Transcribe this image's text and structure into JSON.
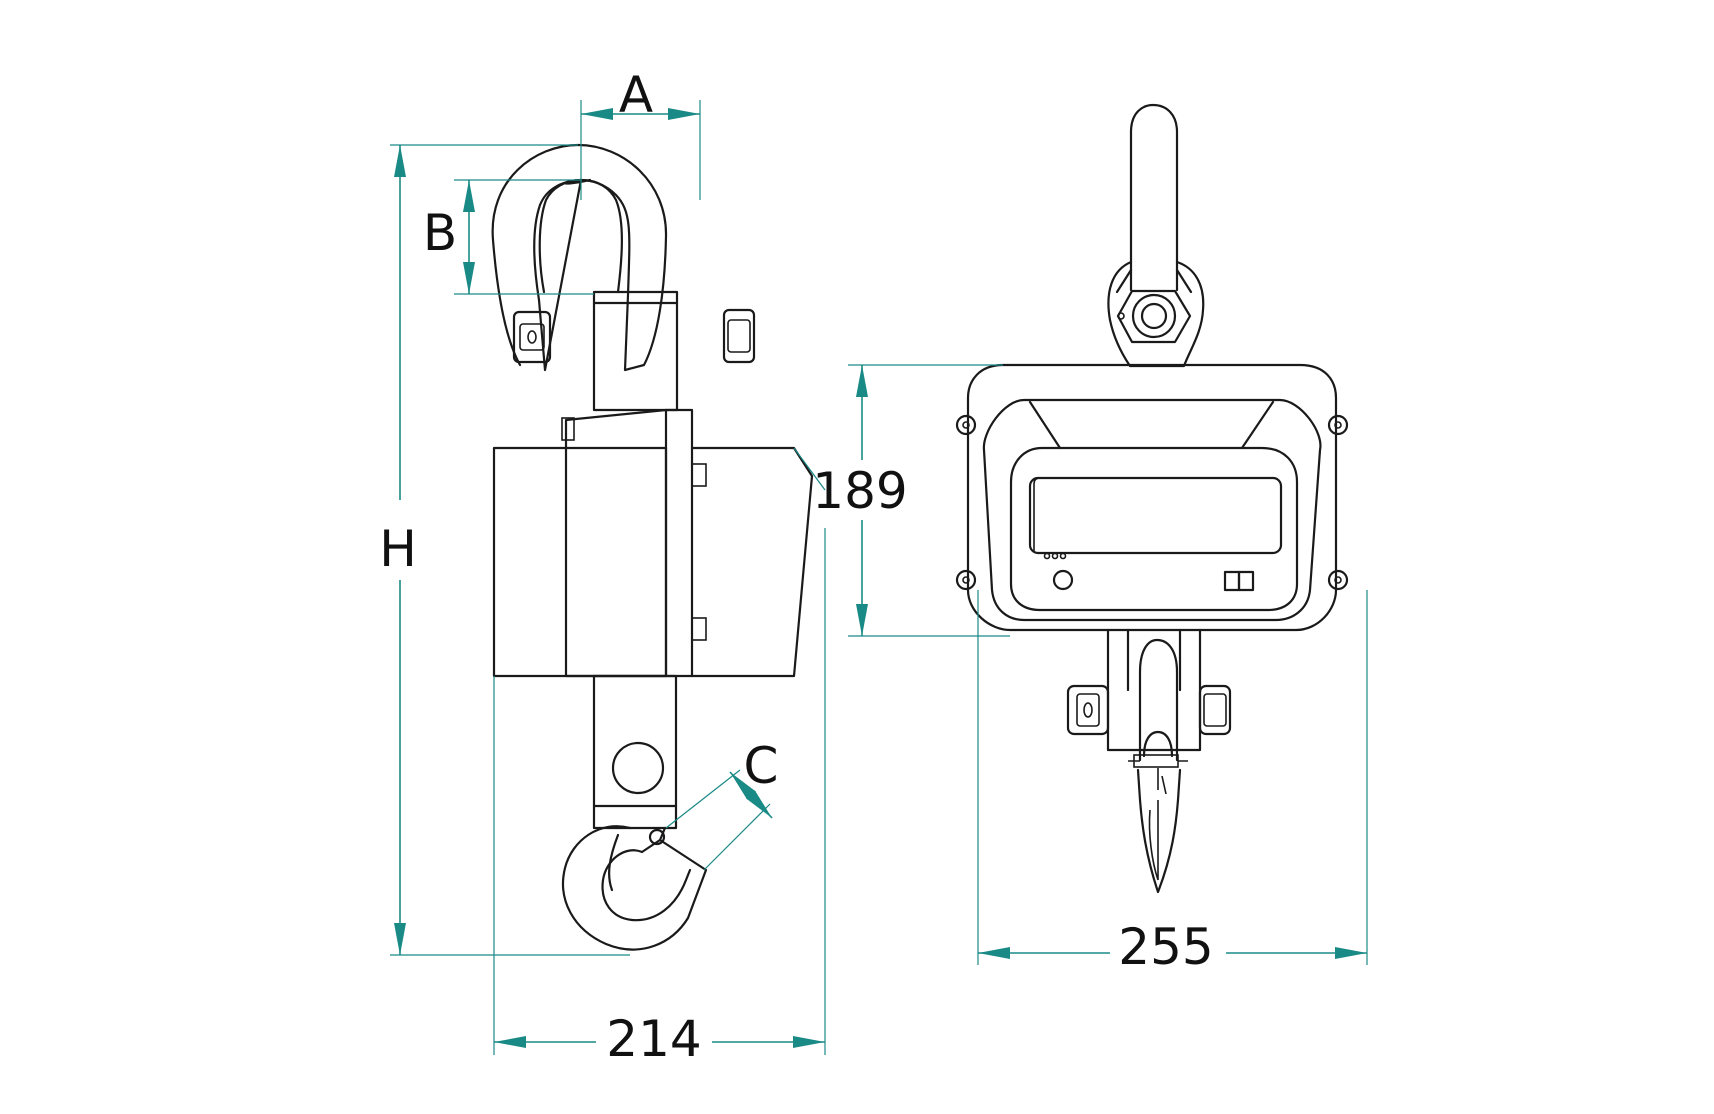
{
  "colors": {
    "dimension": "#1a8a86",
    "outline": "#1a1a1a",
    "background": "#ffffff"
  },
  "labels": {
    "a": "A",
    "b": "B",
    "c": "C",
    "h": "H",
    "height": "189",
    "depth": "214",
    "width": "255"
  }
}
